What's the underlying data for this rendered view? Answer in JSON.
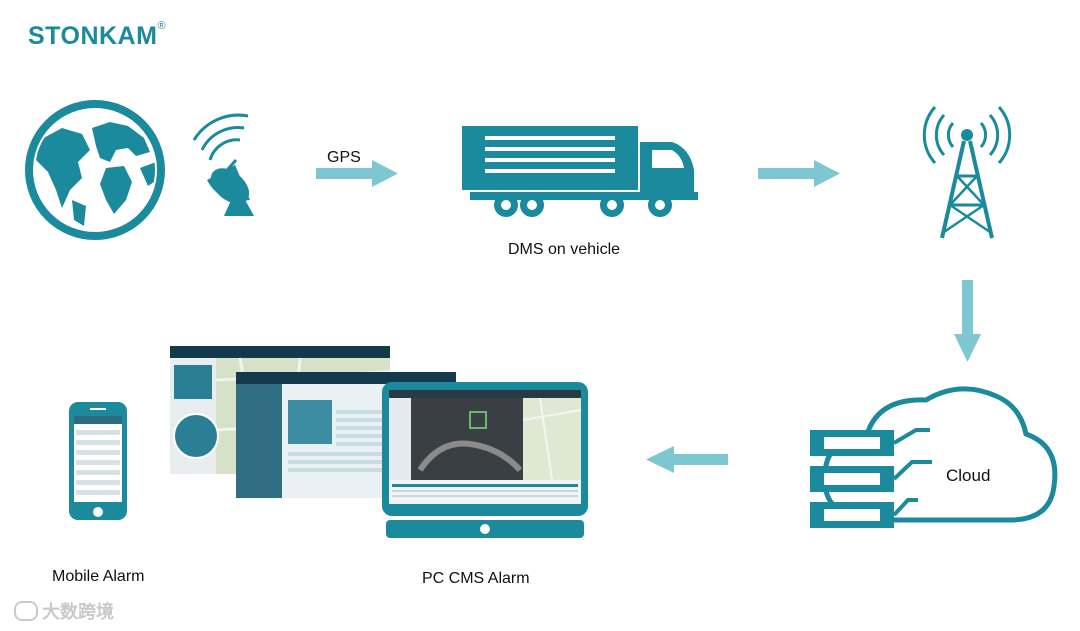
{
  "logo": {
    "text": "STONKAM",
    "mark": "®"
  },
  "labels": {
    "gps": "GPS",
    "dms": "DMS on vehicle",
    "cloud": "Cloud",
    "mobile": "Mobile Alarm",
    "pc": "PC CMS Alarm"
  },
  "watermark": "大数跨境",
  "icons": [
    "globe-icon",
    "satellite-dish-icon",
    "truck-icon",
    "signal-tower-icon",
    "cloud-server-icon",
    "laptop-icon",
    "phone-icon"
  ],
  "colors": {
    "accent": "#1a8a9c",
    "arrow": "#7cc7d2"
  }
}
